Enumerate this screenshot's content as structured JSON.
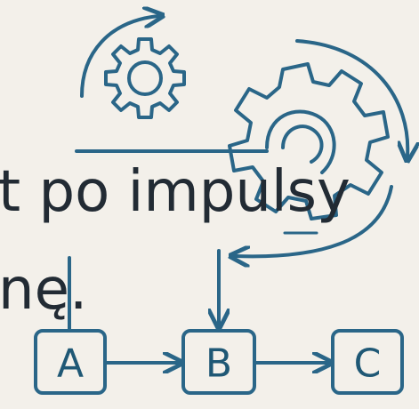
{
  "text": {
    "line1": "t po impulsy",
    "line2": "nę."
  },
  "nodes": [
    {
      "id": "A",
      "label": "A"
    },
    {
      "id": "B",
      "label": "B"
    },
    {
      "id": "C",
      "label": "C"
    }
  ],
  "edges": [
    {
      "from": "A",
      "to": "B"
    },
    {
      "from": "B",
      "to": "C"
    }
  ],
  "colors": {
    "background": "#f3f0ea",
    "stroke": "#2a6688",
    "text": "#222b34"
  }
}
